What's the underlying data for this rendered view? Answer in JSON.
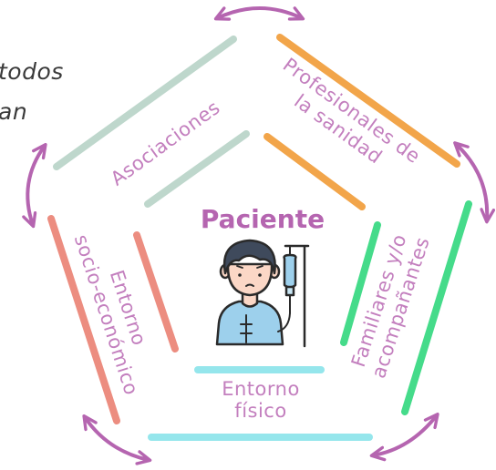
{
  "cropped_text": {
    "line1": "todos",
    "line2": "an"
  },
  "center_label": "Paciente",
  "sections": {
    "asociaciones": {
      "lines": [
        "Asociaciones"
      ]
    },
    "profesionales": {
      "lines": [
        "Profesionales de",
        "la sanidad"
      ]
    },
    "familiares": {
      "lines": [
        "Familiares y/o",
        "acompañantes"
      ]
    },
    "entorno_fisico": {
      "lines": [
        "Entorno",
        "físico"
      ]
    },
    "entorno_socio": {
      "lines": [
        "Entorno",
        "socio-económico"
      ]
    }
  },
  "icons": [
    "patient-icon",
    "iv-drip-icon",
    "double-arrow-icon"
  ],
  "colors": {
    "purple": "#b565b0",
    "sage": "#bed7cc",
    "orange": "#f2a54a",
    "green": "#45db8a",
    "cyan": "#95e6ec",
    "salmon": "#ec8d80",
    "label": "#c37fbe"
  }
}
